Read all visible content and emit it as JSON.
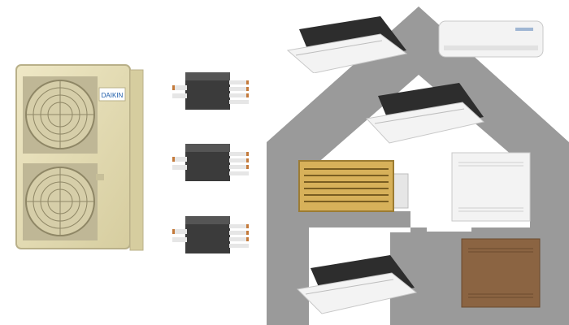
{
  "colors": {
    "background": "#ffffff",
    "house_silhouette": "#9a9a9a",
    "outdoor_unit_body": "#e7dfb5",
    "fan_guard": "#c9c0a0",
    "branch_box_body": "#3b3b3b",
    "copper_pipe": "#c47a3b",
    "indoor_unit_white": "#f3f3f3",
    "cassette_panel_dark": "#2d2d2d",
    "gold_grille": "#d7b15a",
    "brown_console": "#8b6442"
  },
  "outdoor_unit": {
    "logo_text": "DAIKIN",
    "fans": 2
  },
  "branch_boxes": {
    "count": 3
  },
  "indoor_units": [
    {
      "type": "ceiling-cassette",
      "finish": "white-black"
    },
    {
      "type": "wall-mounted",
      "finish": "white"
    },
    {
      "type": "ceiling-cassette",
      "finish": "white-black"
    },
    {
      "type": "ducted-with-grille",
      "finish": "gold"
    },
    {
      "type": "floor-console",
      "finish": "white"
    },
    {
      "type": "ceiling-cassette",
      "finish": "white-black"
    },
    {
      "type": "floor-console",
      "finish": "brown"
    }
  ]
}
